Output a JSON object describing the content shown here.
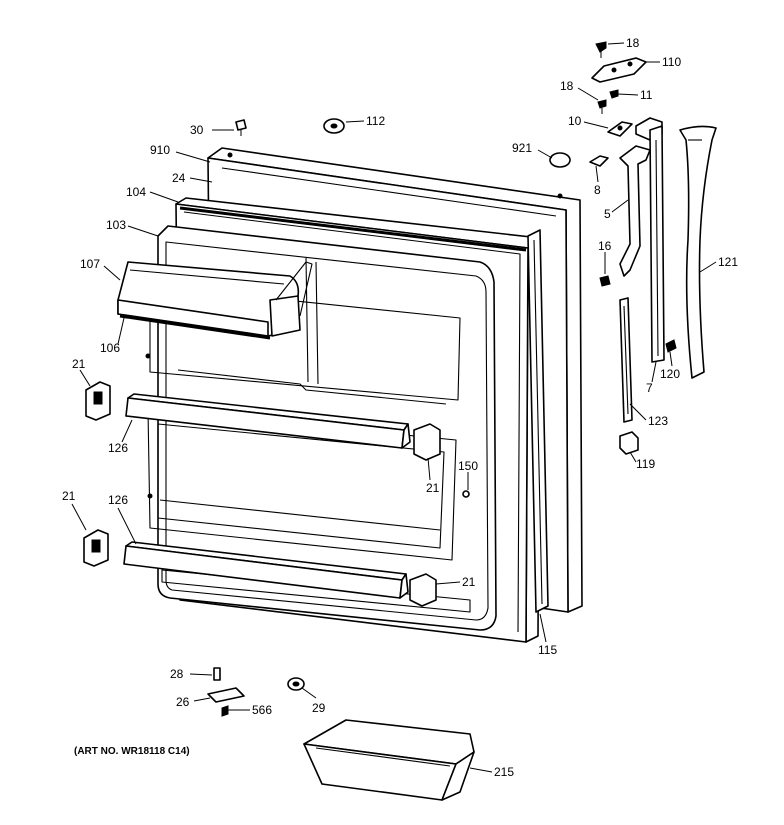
{
  "callouts": [
    {
      "id": "18-top",
      "text": "18"
    },
    {
      "id": "110",
      "text": "110"
    },
    {
      "id": "18-mid",
      "text": "18"
    },
    {
      "id": "11",
      "text": "11"
    },
    {
      "id": "10",
      "text": "10"
    },
    {
      "id": "30",
      "text": "30"
    },
    {
      "id": "112",
      "text": "112"
    },
    {
      "id": "921",
      "text": "921"
    },
    {
      "id": "910",
      "text": "910"
    },
    {
      "id": "8",
      "text": "8"
    },
    {
      "id": "24",
      "text": "24"
    },
    {
      "id": "104",
      "text": "104"
    },
    {
      "id": "5",
      "text": "5"
    },
    {
      "id": "103",
      "text": "103"
    },
    {
      "id": "16",
      "text": "16"
    },
    {
      "id": "107",
      "text": "107"
    },
    {
      "id": "121",
      "text": "121"
    },
    {
      "id": "106",
      "text": "106"
    },
    {
      "id": "120",
      "text": "120"
    },
    {
      "id": "7",
      "text": "7"
    },
    {
      "id": "21-a",
      "text": "21"
    },
    {
      "id": "123",
      "text": "123"
    },
    {
      "id": "126-a",
      "text": "126"
    },
    {
      "id": "119",
      "text": "119"
    },
    {
      "id": "150",
      "text": "150"
    },
    {
      "id": "21-b",
      "text": "21"
    },
    {
      "id": "21-c",
      "text": "21"
    },
    {
      "id": "126-b",
      "text": "126"
    },
    {
      "id": "21-d",
      "text": "21"
    },
    {
      "id": "115",
      "text": "115"
    },
    {
      "id": "28",
      "text": "28"
    },
    {
      "id": "26",
      "text": "26"
    },
    {
      "id": "566",
      "text": "566"
    },
    {
      "id": "29",
      "text": "29"
    },
    {
      "id": "215",
      "text": "215"
    }
  ],
  "art_number": "(ART NO. WR18118 C14)"
}
